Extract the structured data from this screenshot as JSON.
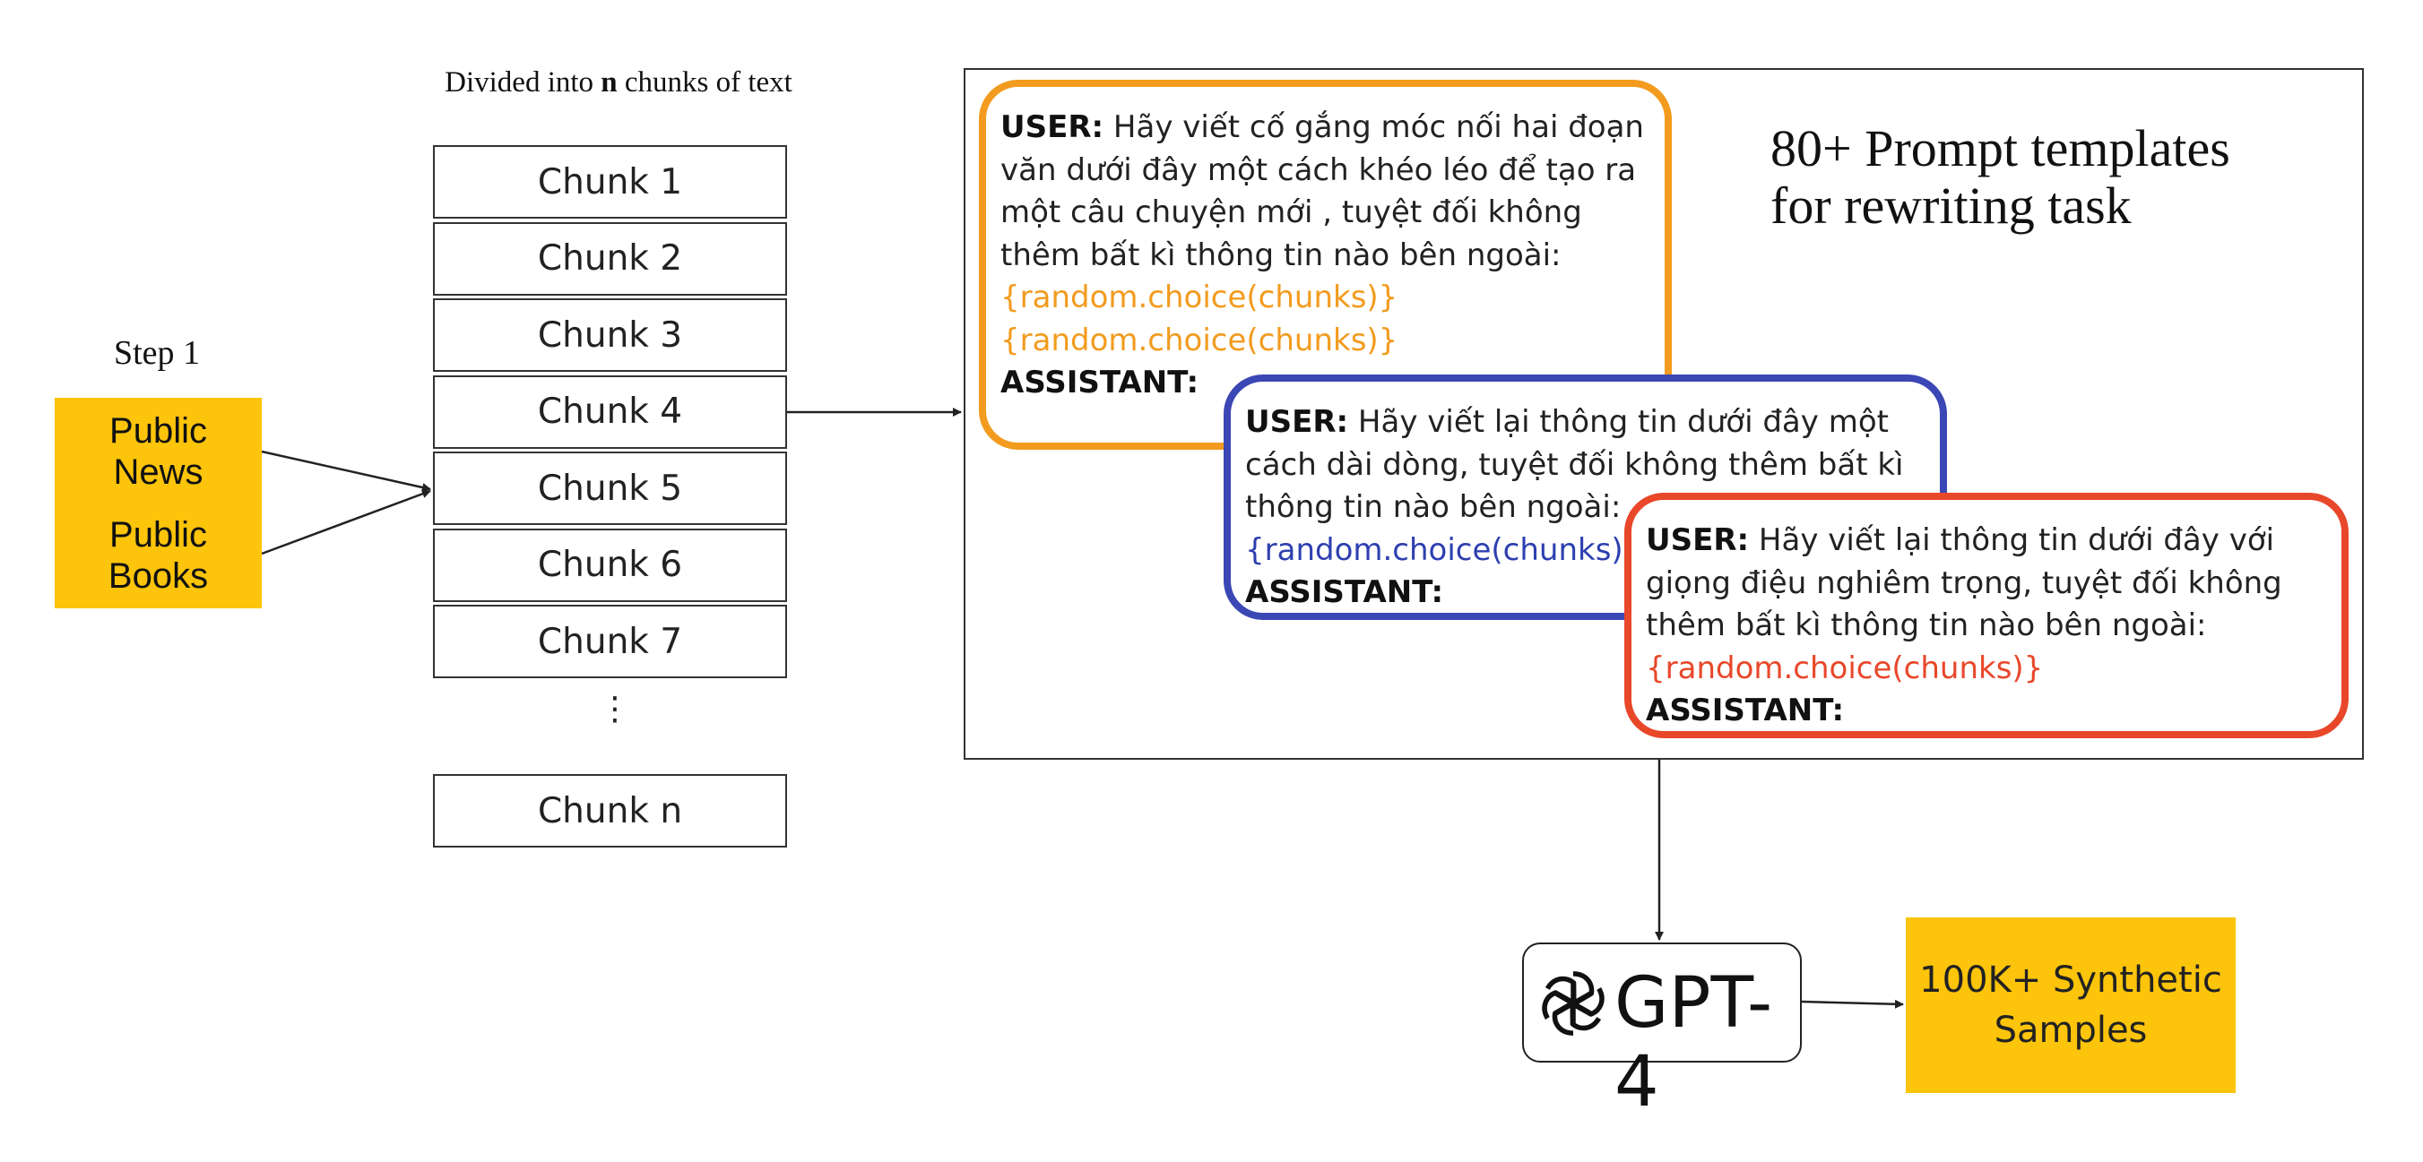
{
  "step_label": "Step 1",
  "sources": [
    "Public\nNews",
    "Public\nBooks"
  ],
  "divided_label": {
    "before": "Divided into ",
    "bold": "n",
    "after": " chunks of text"
  },
  "chunks": [
    "Chunk 1",
    "Chunk 2",
    "Chunk 3",
    "Chunk 4",
    "Chunk 5",
    "Chunk 6",
    "Chunk 7"
  ],
  "ellipsis": "⋮",
  "last_chunk": "Chunk n",
  "templates_title": "80+ Prompt templates\nfor rewriting task",
  "prompts": {
    "orange": {
      "user_label": "USER:",
      "user_text": " Hãy viết cố gắng móc nối hai đoạn văn dưới đây một cách khéo léo để tạo ra một câu chuyện mới , tuyệt đối không thêm bất kì thông tin nào bên ngoài:",
      "code_lines": [
        "{random.choice(chunks)}",
        "{random.choice(chunks)}"
      ],
      "assistant_label": "ASSISTANT:"
    },
    "blue": {
      "user_label": "USER:",
      "user_text": " Hãy viết lại thông tin dưới đây một cách dài dòng, tuyệt đối không thêm bất kì thông tin nào bên ngoài:",
      "code_lines": [
        "{random.choice(chunks)}"
      ],
      "assistant_label": "ASSISTANT:"
    },
    "red": {
      "user_label": "USER:",
      "user_text": " Hãy viết lại thông tin dưới đây với giọng điệu nghiêm trọng, tuyệt đối không thêm bất kì thông tin nào bên ngoài:",
      "code_lines": [
        "{random.choice(chunks)}"
      ],
      "assistant_label": "ASSISTANT:"
    }
  },
  "model_label": "GPT-4",
  "model_icon": "openai-logo-icon",
  "output_label": "100K+ Synthetic\nSamples",
  "colors": {
    "yellow_box": "#fcc40a",
    "orange": "#f29b1e",
    "blue": "#3b47b4",
    "red": "#e8472a"
  }
}
